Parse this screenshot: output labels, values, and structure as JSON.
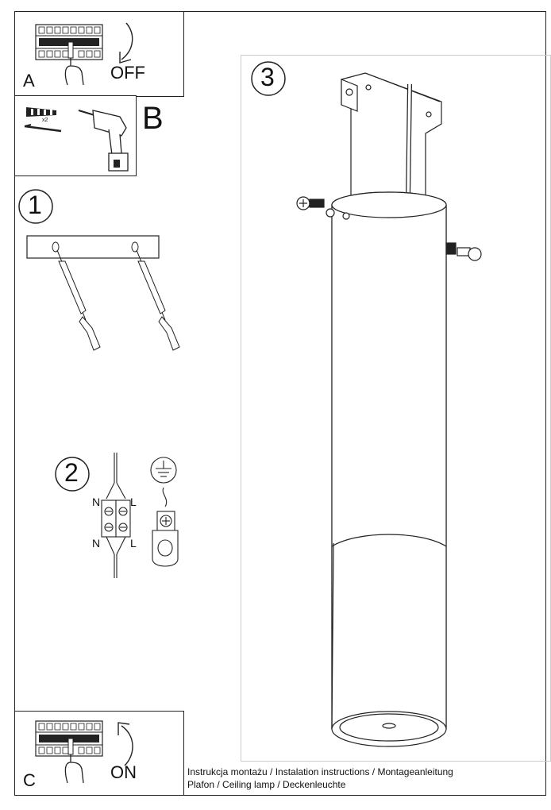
{
  "steps": {
    "a": {
      "letter": "A",
      "state": "OFF"
    },
    "b": {
      "letter": "B",
      "dowel_count": "x2"
    },
    "c": {
      "letter": "C",
      "state": "ON"
    },
    "step1": {
      "number": "1"
    },
    "step2": {
      "number": "2",
      "wire_labels": {
        "top_n": "N",
        "top_l": "L",
        "bottom_n": "N",
        "bottom_l": "L"
      }
    },
    "step3": {
      "number": "3"
    }
  },
  "caption": {
    "line1": "Instrukcja montażu / Instalation instructions / Montageanleitung",
    "line2": "Plafon / Ceiling lamp / Deckenleuchte"
  },
  "colors": {
    "line": "#222222",
    "background": "#ffffff"
  }
}
